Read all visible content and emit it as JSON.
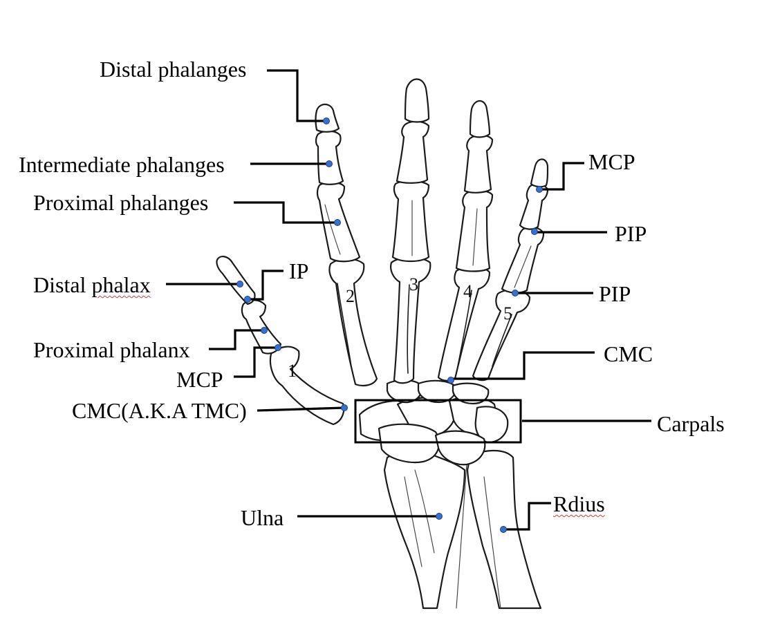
{
  "labels": {
    "distal_phalanges": "Distal phalanges",
    "intermediate_phalanges": "Intermediate phalanges",
    "proximal_phalanges": "Proximal phalanges",
    "distal_phalax_pre": "Distal ",
    "distal_phalax_word": "phalax",
    "ip": "IP",
    "proximal_phalanx": "Proximal phalanx",
    "mcp_thumb": "MCP",
    "cmc_thumb": "CMC(A.K.A TMC)",
    "ulna": "Ulna",
    "mcp_little": "MCP",
    "pip_upper": "PIP",
    "pip_lower": "PIP",
    "cmc": "CMC",
    "carpals": "Carpals",
    "radius": "Rdius"
  },
  "digit_numbers": [
    "1",
    "2",
    "3",
    "4",
    "5"
  ],
  "colors": {
    "marker": "#3a6fcf",
    "leader": "#000000",
    "bone_outline": "#1a1a1a",
    "spellcheck_underline": "#d23a3a"
  }
}
